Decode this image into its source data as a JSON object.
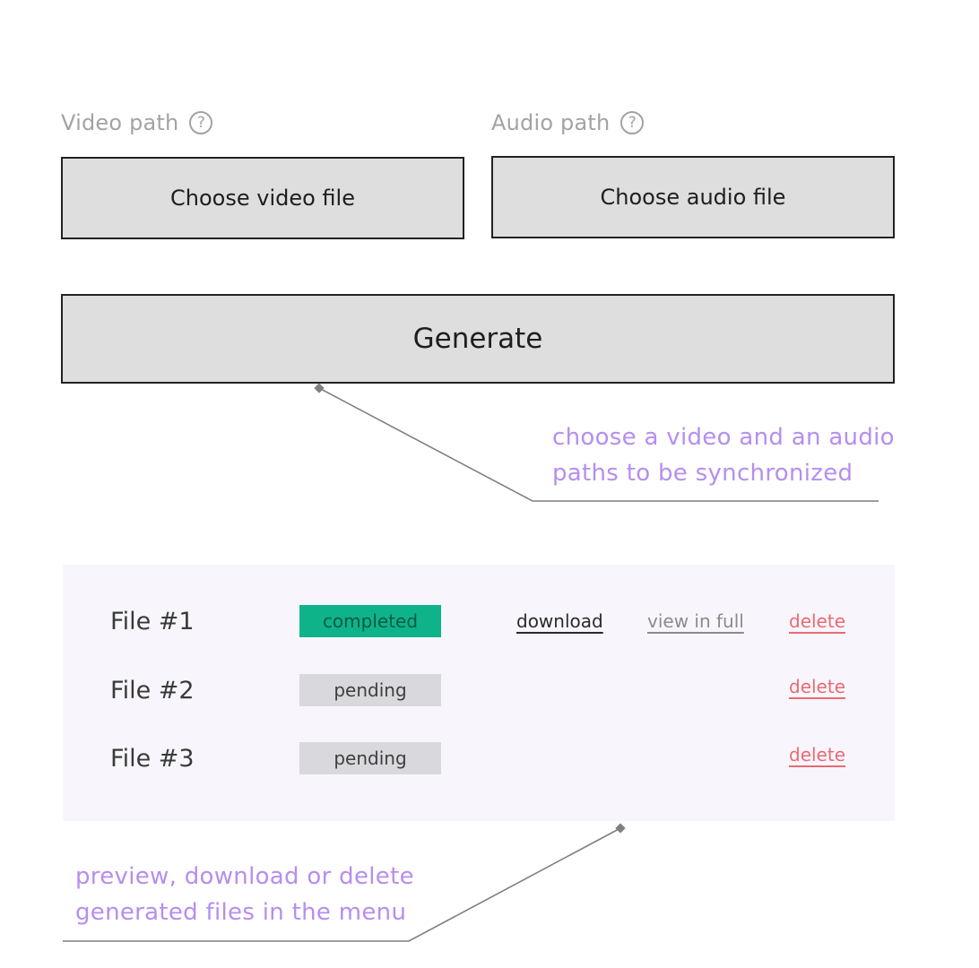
{
  "inputs": {
    "video": {
      "label": "Video path",
      "help": "?",
      "button_label": "Choose video file"
    },
    "audio": {
      "label": "Audio path",
      "help": "?",
      "button_label": "Choose audio file"
    }
  },
  "generate": {
    "label": "Generate"
  },
  "annotations": {
    "top": {
      "line1": "choose a video and an audio",
      "line2": "paths to be synchronized"
    },
    "bottom": {
      "line1": "preview, download or delete",
      "line2": "generated files in the menu"
    }
  },
  "files": [
    {
      "name": "File #1",
      "status": "completed",
      "download": "download",
      "view": "view in full",
      "delete": "delete"
    },
    {
      "name": "File #2",
      "status": "pending",
      "delete": "delete"
    },
    {
      "name": "File #3",
      "status": "pending",
      "delete": "delete"
    }
  ],
  "colors": {
    "annotation": "#b68ef0",
    "completed": "#0fb38a",
    "pending": "#d9d8dd",
    "delete": "#ea6a72",
    "button_fill": "#dedede"
  }
}
